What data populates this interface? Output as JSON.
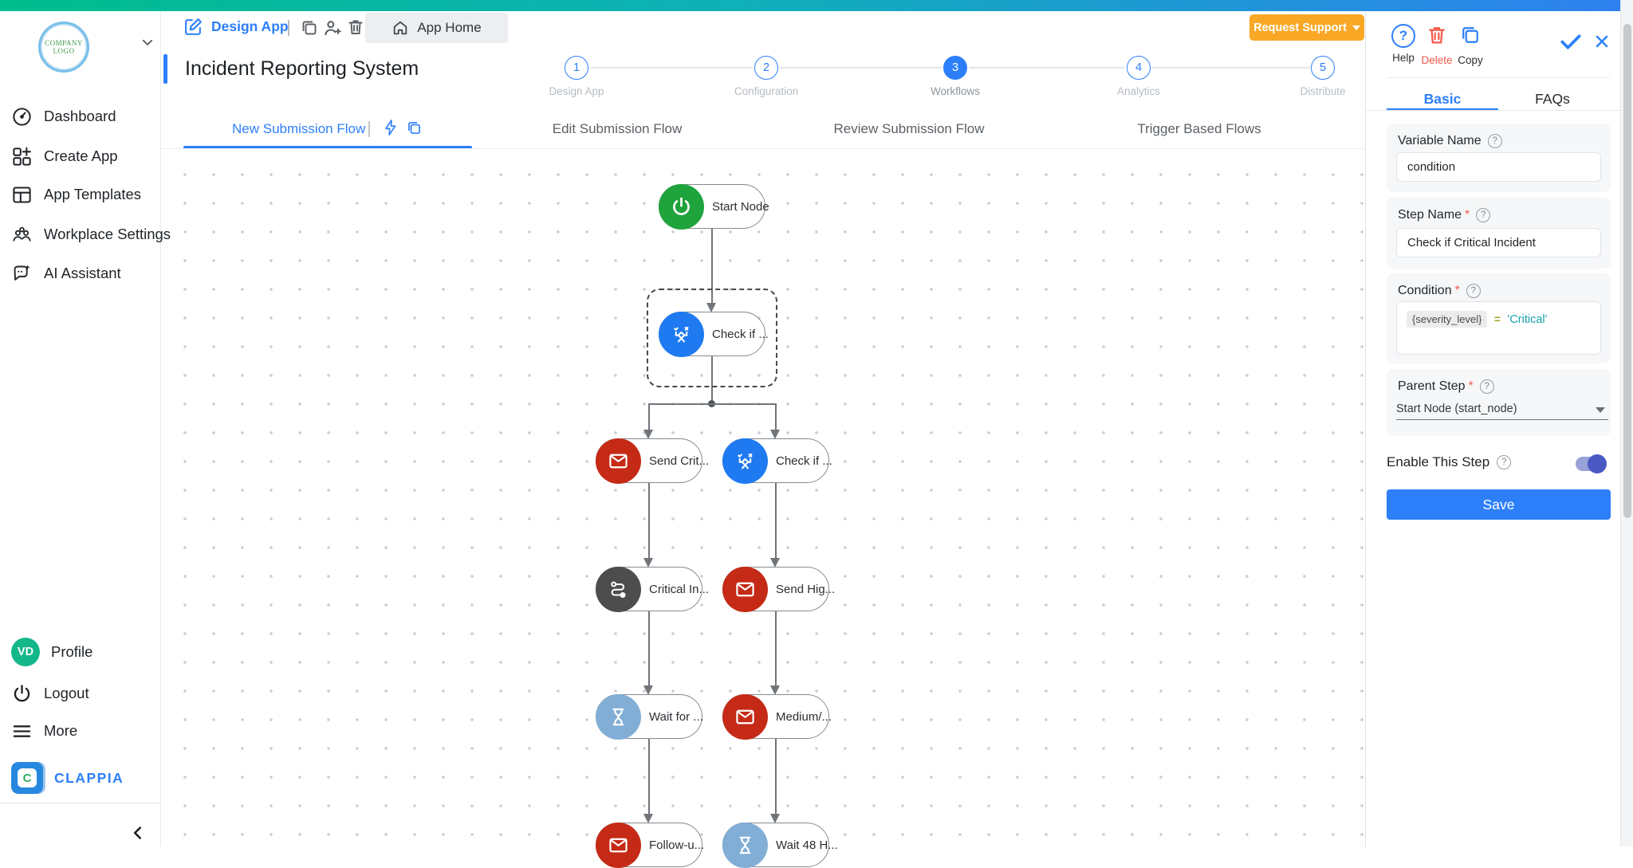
{
  "colors": {
    "accent": "#2d7ff9",
    "orange": "#f9a826",
    "gradient_left": "#00bd8d",
    "gradient_right": "#2e80f0",
    "delete_red": "#f2594b",
    "toggle_indigo": "#4a5ac2",
    "avatar_teal": "#14b789",
    "condition_value_teal": "#18a2ac",
    "condition_operator_olive": "#a8a12a"
  },
  "sidebar": {
    "logo_line1": "COMPANY",
    "logo_line2": "LOGO",
    "items": [
      {
        "label": "Dashboard"
      },
      {
        "label": "Create App"
      },
      {
        "label": "App Templates"
      },
      {
        "label": "Workplace Settings"
      },
      {
        "label": "AI Assistant"
      }
    ],
    "avatar_initials": "VD",
    "profile_label": "Profile",
    "logout_label": "Logout",
    "more_label": "More",
    "brand": "CLAPPIA"
  },
  "topbar": {
    "design_app_label": "Design App",
    "app_home_label": "App Home",
    "request_support_label": "Request Support"
  },
  "header": {
    "title": "Incident Reporting System",
    "stepper": [
      {
        "num": "1",
        "label": "Design App",
        "active": false
      },
      {
        "num": "2",
        "label": "Configuration",
        "active": false
      },
      {
        "num": "3",
        "label": "Workflows",
        "active": true
      },
      {
        "num": "4",
        "label": "Analytics",
        "active": false
      },
      {
        "num": "5",
        "label": "Distribute",
        "active": false
      }
    ]
  },
  "flow_tabs": [
    {
      "label": "New Submission Flow",
      "active": true
    },
    {
      "label": "Edit Submission Flow",
      "active": false
    },
    {
      "label": "Review Submission Flow",
      "active": false
    },
    {
      "label": "Trigger Based Flows",
      "active": false
    }
  ],
  "canvas": {
    "nodes": [
      {
        "label": "Start Node",
        "icon": "power-icon",
        "color": "#1fa33c",
        "selected": false
      },
      {
        "label": "Check if ...",
        "icon": "branch-icon",
        "color": "#1f7af2",
        "selected": true
      },
      {
        "label": "Send Crit...",
        "icon": "email-icon",
        "color": "#c52a16",
        "selected": false
      },
      {
        "label": "Check if ...",
        "icon": "branch-icon",
        "color": "#1f7af2",
        "selected": false
      },
      {
        "label": "Critical In...",
        "icon": "workflow-icon",
        "color": "#4d4d4d",
        "selected": false
      },
      {
        "label": "Send Hig...",
        "icon": "email-icon",
        "color": "#c52a16",
        "selected": false
      },
      {
        "label": "Wait for ...",
        "icon": "hourglass-icon",
        "color": "#82aed6",
        "selected": false
      },
      {
        "label": "Medium/...",
        "icon": "email-icon",
        "color": "#c52a16",
        "selected": false
      },
      {
        "label": "Follow-u...",
        "icon": "email-icon",
        "color": "#c52a16",
        "selected": false
      },
      {
        "label": "Wait 48 H...",
        "icon": "hourglass-icon",
        "color": "#82aed6",
        "selected": false
      }
    ]
  },
  "panel": {
    "actions": {
      "help": "Help",
      "delete": "Delete",
      "copy": "Copy"
    },
    "tabs": {
      "basic": "Basic",
      "faqs": "FAQs"
    },
    "variable_name": {
      "label": "Variable Name",
      "value": "condition",
      "required": false
    },
    "step_name": {
      "label": "Step Name",
      "value": "Check if Critical Incident",
      "required": true
    },
    "condition": {
      "label": "Condition",
      "chip": "{severity_level}",
      "operator": "=",
      "value": "'Critical'",
      "required": true
    },
    "parent_step": {
      "label": "Parent Step",
      "value": "Start Node (start_node)",
      "required": true
    },
    "enable_step": {
      "label": "Enable This Step",
      "on": true
    },
    "save_label": "Save"
  }
}
